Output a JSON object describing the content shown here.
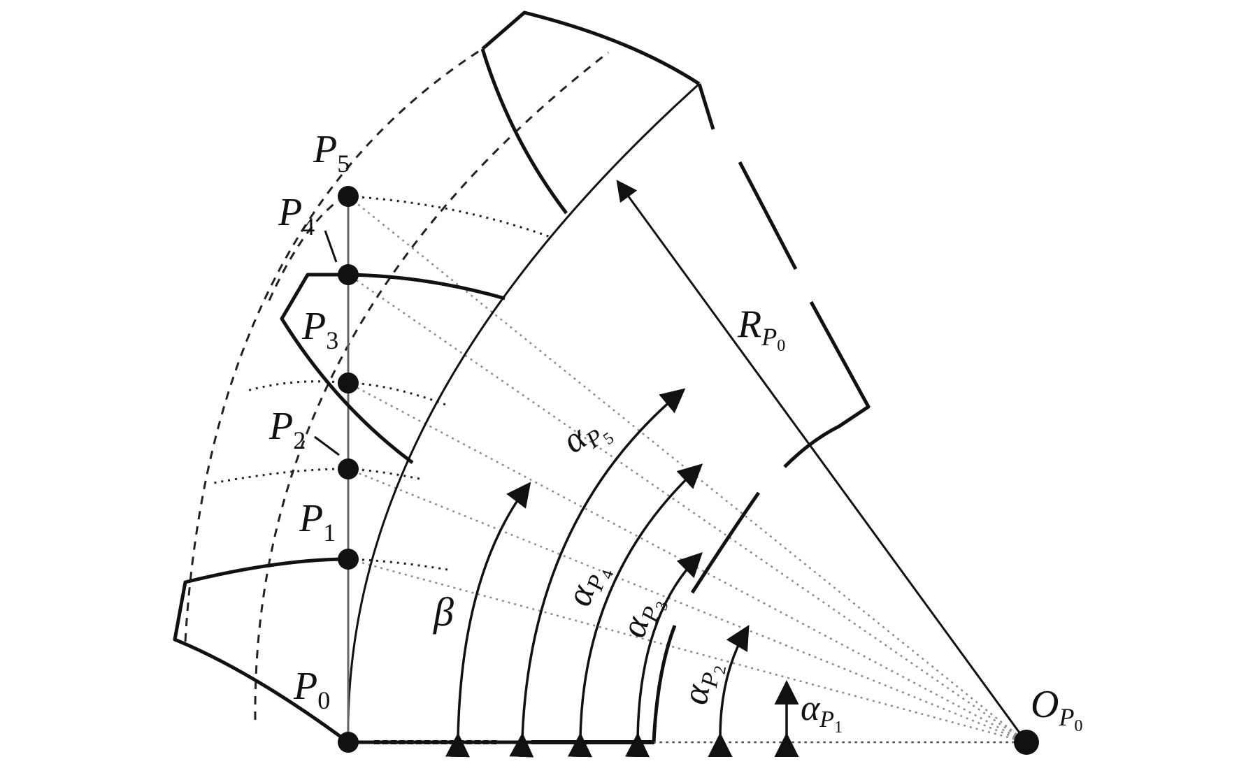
{
  "diagram": {
    "points": [
      {
        "name": "P",
        "sub": "0"
      },
      {
        "name": "P",
        "sub": "1"
      },
      {
        "name": "P",
        "sub": "2"
      },
      {
        "name": "P",
        "sub": "3"
      },
      {
        "name": "P",
        "sub": "4"
      },
      {
        "name": "P",
        "sub": "5"
      }
    ],
    "origin": {
      "name": "O",
      "sub": "P",
      "subsub": "0"
    },
    "radius": {
      "name": "R",
      "sub": "P",
      "subsub": "0"
    },
    "beta": "β",
    "alphas": [
      {
        "name": "α",
        "sub": "P",
        "subsub": "1"
      },
      {
        "name": "α",
        "sub": "P",
        "subsub": "2"
      },
      {
        "name": "α",
        "sub": "P",
        "subsub": "3"
      },
      {
        "name": "α",
        "sub": "P",
        "subsub": "4"
      },
      {
        "name": "α",
        "sub": "P",
        "subsub": "5"
      }
    ],
    "colors": {
      "ink": "#111111",
      "grey": "#8a8a8a"
    }
  }
}
